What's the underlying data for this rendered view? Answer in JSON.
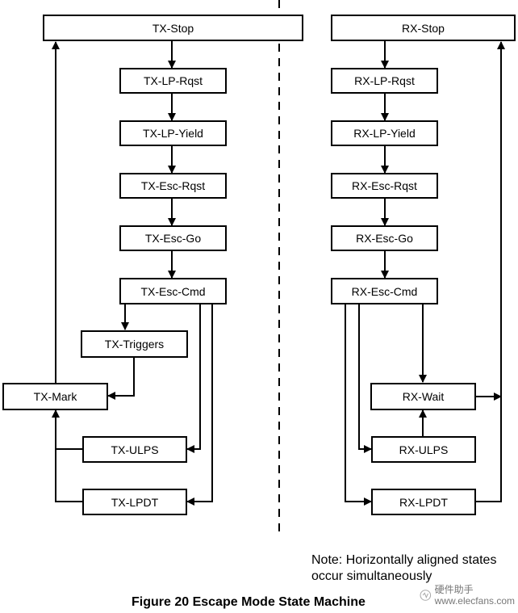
{
  "states": {
    "tx_stop": "TX-Stop",
    "tx_lp_rqst": "TX-LP-Rqst",
    "tx_lp_yield": "TX-LP-Yield",
    "tx_esc_rqst": "TX-Esc-Rqst",
    "tx_esc_go": "TX-Esc-Go",
    "tx_esc_cmd": "TX-Esc-Cmd",
    "tx_triggers": "TX-Triggers",
    "tx_mark": "TX-Mark",
    "tx_ulps": "TX-ULPS",
    "tx_lpdt": "TX-LPDT",
    "rx_stop": "RX-Stop",
    "rx_lp_rqst": "RX-LP-Rqst",
    "rx_lp_yield": "RX-LP-Yield",
    "rx_esc_rqst": "RX-Esc-Rqst",
    "rx_esc_go": "RX-Esc-Go",
    "rx_esc_cmd": "RX-Esc-Cmd",
    "rx_wait": "RX-Wait",
    "rx_ulps": "RX-ULPS",
    "rx_lpdt": "RX-LPDT"
  },
  "note": {
    "line1": "Note: Horizontally aligned states",
    "line2": "occur simultaneously"
  },
  "caption": "Figure 20 Escape Mode State Machine",
  "watermark": {
    "line1": "硬件助手",
    "line2": "www.elecfans.com"
  }
}
